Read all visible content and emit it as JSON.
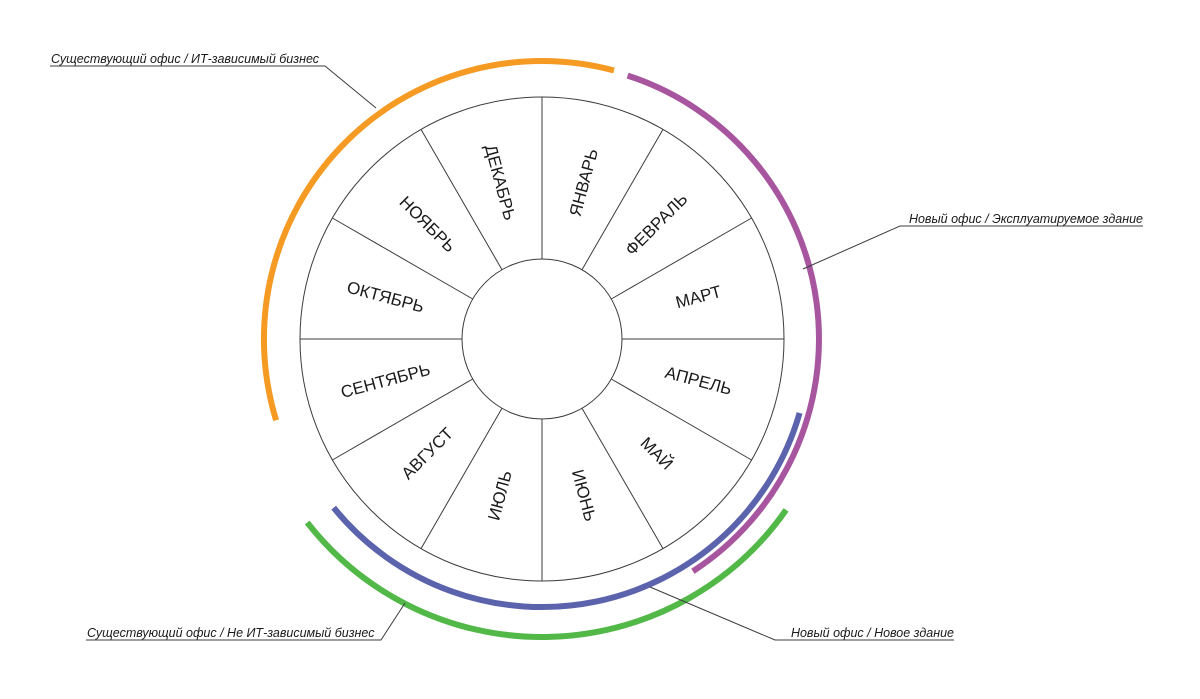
{
  "months": [
    "ЯНВАРЬ",
    "ФЕВРАЛЬ",
    "МАРТ",
    "АПРЕЛЬ",
    "МАЙ",
    "ИЮНЬ",
    "ИЮЛЬ",
    "АВГУСТ",
    "СЕНТЯБРЬ",
    "ОКТЯБРЬ",
    "НОЯБРЬ",
    "ДЕКАБРЬ"
  ],
  "legends": {
    "existing_it": "Существующий офис / ИТ-зависимый бизнес",
    "new_operated": "Новый офис / Эксплуатируемое здание",
    "existing_non_it": "Существующий офис / Не ИТ-зависимый бизнес",
    "new_building": "Новый офис / Новое здание"
  },
  "colors": {
    "existing_it": "#f59a23",
    "new_operated": "#a8559f",
    "existing_non_it": "#52b848",
    "new_building": "#5b63ad"
  }
}
